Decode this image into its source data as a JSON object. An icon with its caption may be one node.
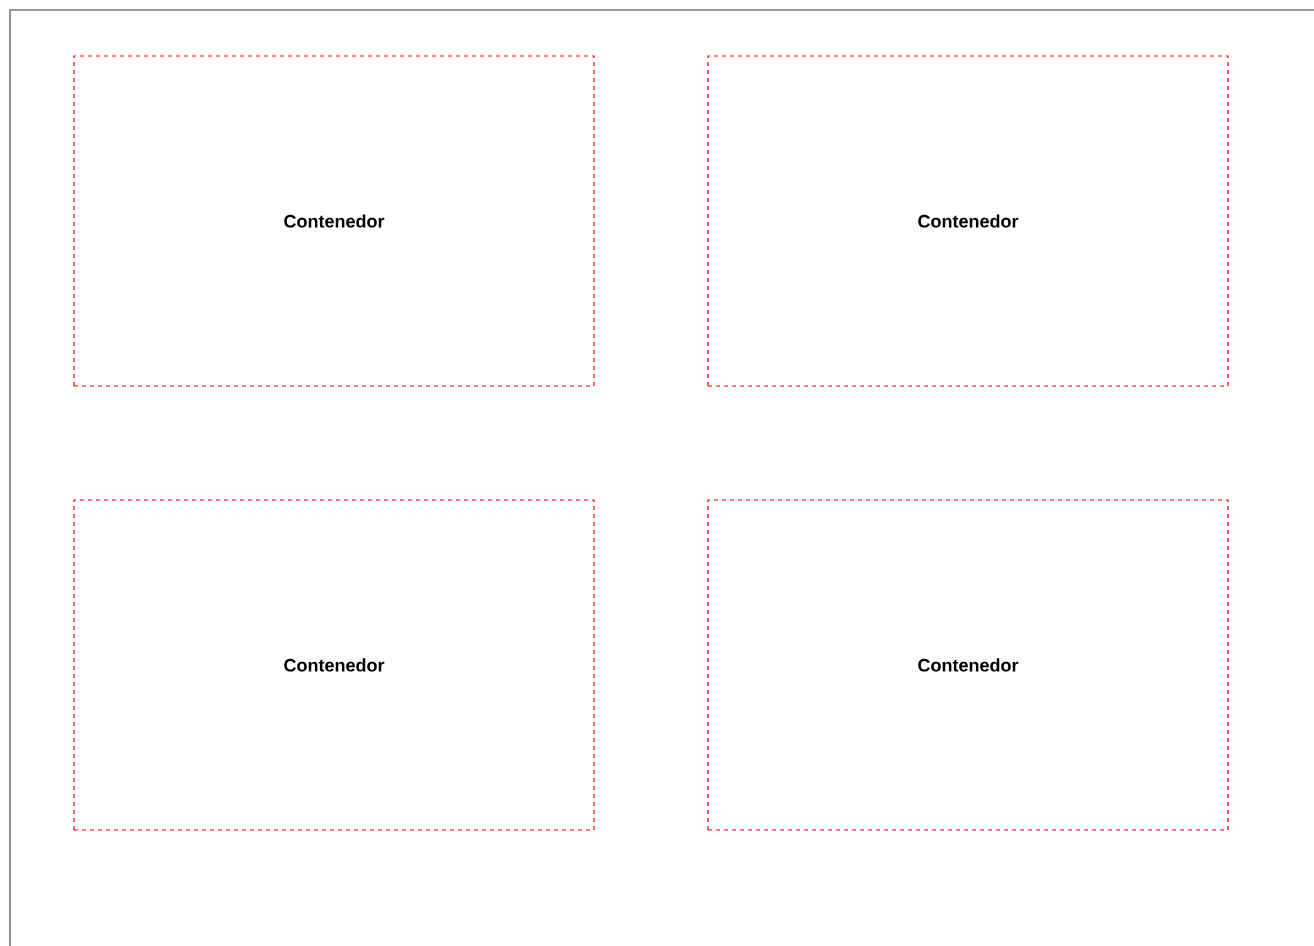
{
  "diagram": {
    "nodes": [
      {
        "text": [
          "Contenedor"
        ]
      },
      {
        "text": [
          "Contenedor"
        ]
      },
      {
        "text": [
          "Contenedor"
        ]
      },
      {
        "text": [
          "Contenedor"
        ]
      }
    ]
  }
}
